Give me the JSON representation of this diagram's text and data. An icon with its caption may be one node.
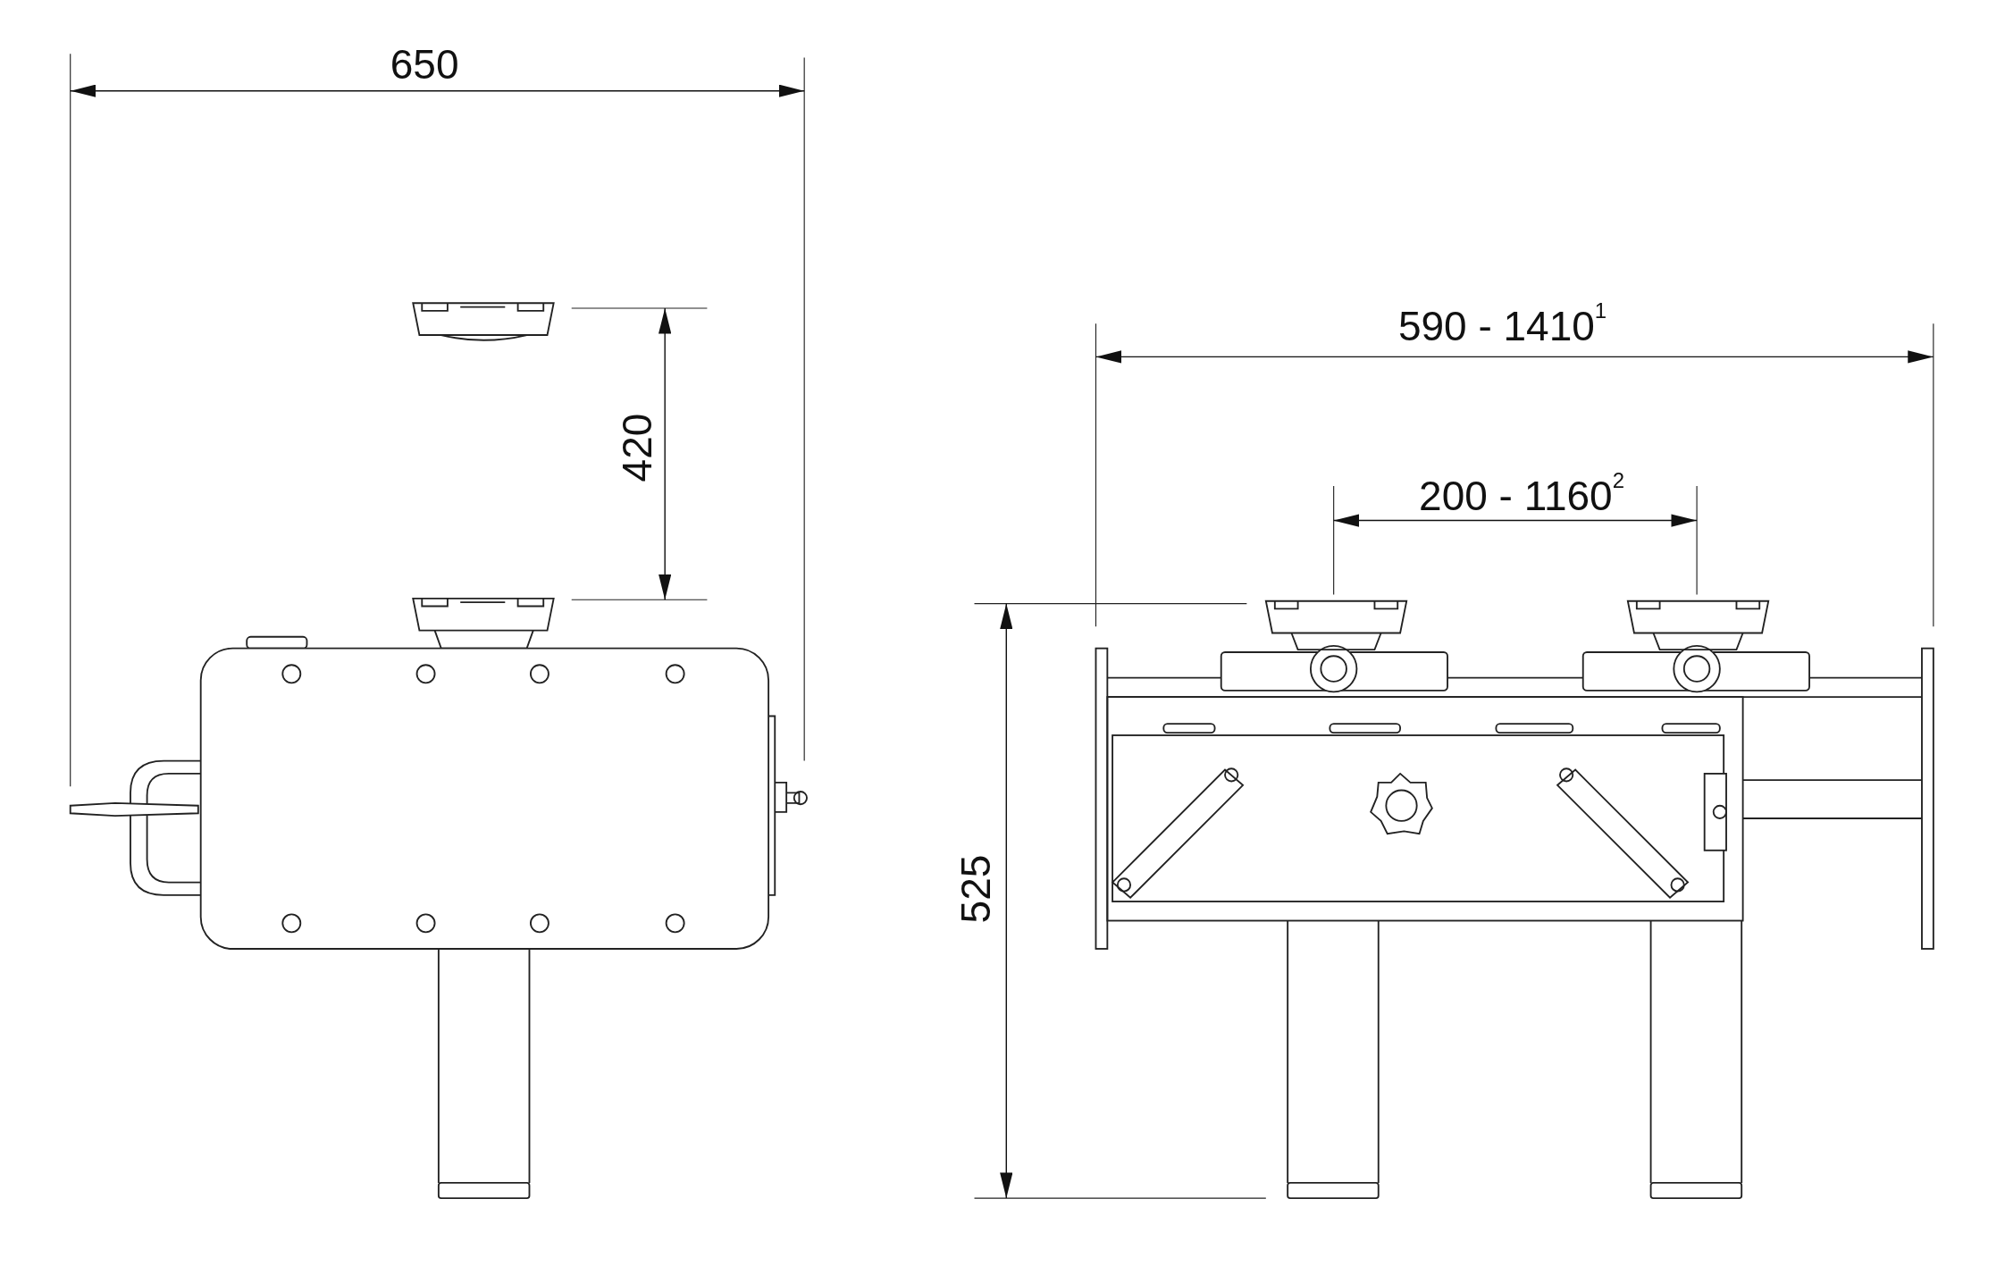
{
  "diagram": {
    "labels": [
      "650",
      "420",
      "590 - 1410$^{1}$",
      "200 - 1160$^{2}$",
      "525"
    ]
  }
}
